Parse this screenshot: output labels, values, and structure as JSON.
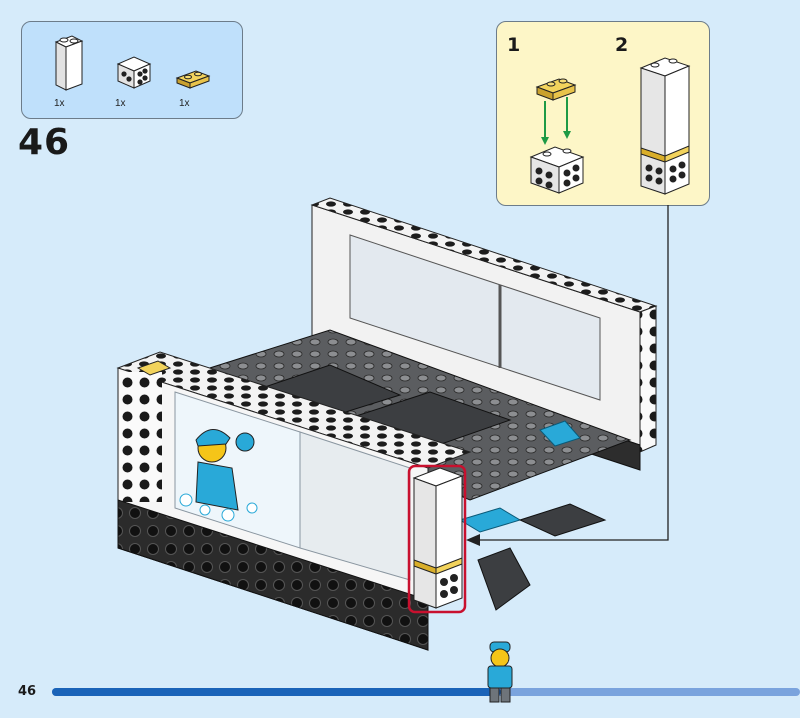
{
  "step": {
    "number": "46"
  },
  "parts": [
    {
      "name": "brick-1x2x3-white",
      "qty": "1x"
    },
    {
      "name": "brick-2x2-white",
      "qty": "1x"
    },
    {
      "name": "plate-1x2-yellow",
      "qty": "1x"
    }
  ],
  "substeps": [
    {
      "label": "1"
    },
    {
      "label": "2"
    }
  ],
  "footer": {
    "page_number": "46"
  },
  "colors": {
    "background": "#d6ebfa",
    "parts_box": "#bfe0fb",
    "substep_box": "#fdf6c7",
    "progress_done": "#1a63b8",
    "progress_todo": "#7aa3dd",
    "highlight": "#c8102e"
  },
  "progress": {
    "fraction": 0.6
  }
}
